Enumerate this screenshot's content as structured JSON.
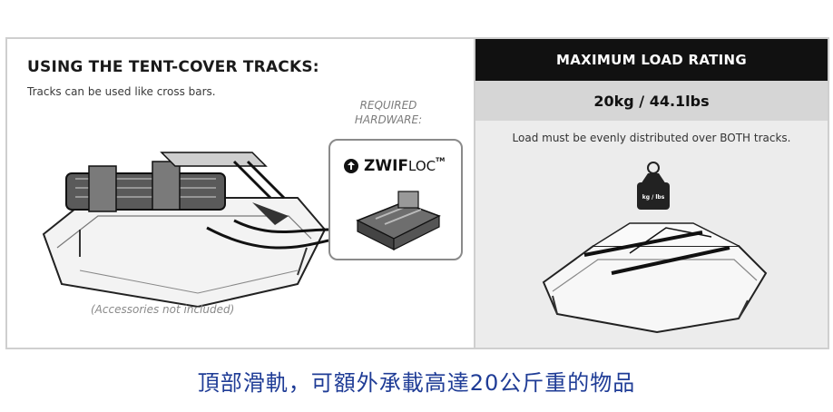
{
  "left": {
    "title": "USING THE TENT-COVER TRACKS:",
    "subtitle": "Tracks can be used like cross bars.",
    "required_line1": "REQUIRED",
    "required_line2": "HARDWARE:",
    "accessories_note": "(Accessories not included)",
    "brand_bold": "ZWIF",
    "brand_rest": "LOC",
    "brand_tm": "TM"
  },
  "right": {
    "header": "MAXIMUM LOAD RATING",
    "value": "20kg / 44.1lbs",
    "note": "Load must be evenly distributed over BOTH tracks.",
    "weight_label": "kg / lbs"
  },
  "caption": "頂部滑軌，可額外承載高達20公斤重的物品"
}
